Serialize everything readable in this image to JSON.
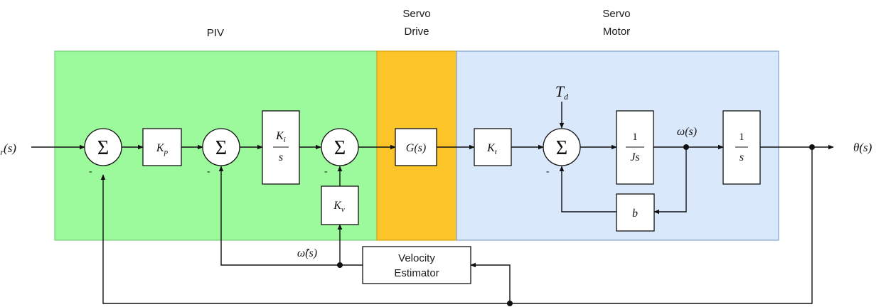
{
  "regions": {
    "piv": {
      "label": "PIV",
      "color": "#9cf99c",
      "border": "#77cc77"
    },
    "drive": {
      "label_line1": "Servo",
      "label_line2": "Drive",
      "color": "#fbc52a",
      "border": "#d89e10"
    },
    "motor": {
      "label_line1": "Servo",
      "label_line2": "Motor",
      "color": "#dae8fc",
      "border": "#7da4cf"
    }
  },
  "signals": {
    "input": "θr(s)",
    "output": "θ(s)",
    "omega": "ω(s)",
    "omega_hat": "ω̂(s)",
    "disturbance": "Td"
  },
  "summers": {
    "symbol": "Σ",
    "minus_sign": "-"
  },
  "blocks": {
    "kp": {
      "main": "K",
      "sub": "p"
    },
    "ki": {
      "num_main": "K",
      "num_sub": "i",
      "den": "s"
    },
    "kv": {
      "main": "K",
      "sub": "v"
    },
    "gs": {
      "text": "G(s)"
    },
    "kt": {
      "main": "K",
      "sub": "t"
    },
    "js": {
      "num": "1",
      "den": "Js"
    },
    "integrator": {
      "num": "1",
      "den": "s"
    },
    "b": {
      "text": "b"
    },
    "velocity_estimator": {
      "line1": "Velocity",
      "line2": "Estimator"
    }
  }
}
